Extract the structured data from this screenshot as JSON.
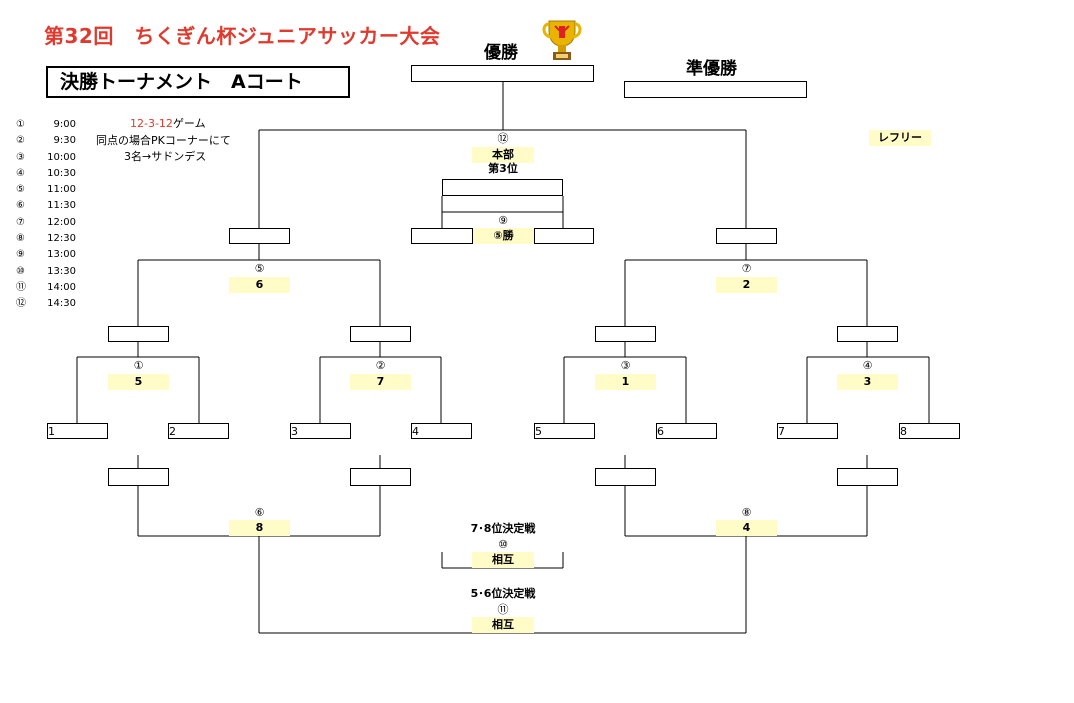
{
  "title": "第32回　ちくぎん杯ジュニアサッカー大会",
  "court": "決勝トーナメント　Aコート",
  "schedule": {
    "numbers": [
      "①",
      "②",
      "③",
      "④",
      "⑤",
      "⑥",
      "⑦",
      "⑧",
      "⑨",
      "⑩",
      "⑪",
      "⑫"
    ],
    "times": [
      "9:00",
      "9:30",
      "10:00",
      "10:30",
      "11:00",
      "11:30",
      "12:00",
      "12:30",
      "13:00",
      "13:30",
      "14:00",
      "14:30"
    ]
  },
  "rules": {
    "line1_red": "12-3-12",
    "line1_rest": "ゲーム",
    "line2": "同点の場合PKコーナーにて",
    "line3": "3名→サドンデス"
  },
  "champion_label": "優勝",
  "runner_up_label": "準優勝",
  "referee_label": "レフリー",
  "final": {
    "number": "⑫",
    "referee": "本部"
  },
  "third_place": {
    "label": "第3位",
    "number": "⑨",
    "referee": "⑤勝"
  },
  "semi_left": {
    "number": "⑤",
    "referee": "6"
  },
  "semi_right": {
    "number": "⑦",
    "referee": "2"
  },
  "quarters": [
    {
      "number": "①",
      "referee": "5"
    },
    {
      "number": "②",
      "referee": "7"
    },
    {
      "number": "③",
      "referee": "1"
    },
    {
      "number": "④",
      "referee": "3"
    }
  ],
  "teams": [
    "1",
    "2",
    "3",
    "4",
    "5",
    "6",
    "7",
    "8"
  ],
  "consolation_left": {
    "number": "⑥",
    "referee": "8"
  },
  "consolation_right": {
    "number": "⑧",
    "referee": "4"
  },
  "place78": {
    "label": "7･8位決定戦",
    "number": "⑩",
    "referee": "相互"
  },
  "place56": {
    "label": "5･6位決定戦",
    "number": "⑪",
    "referee": "相互"
  }
}
